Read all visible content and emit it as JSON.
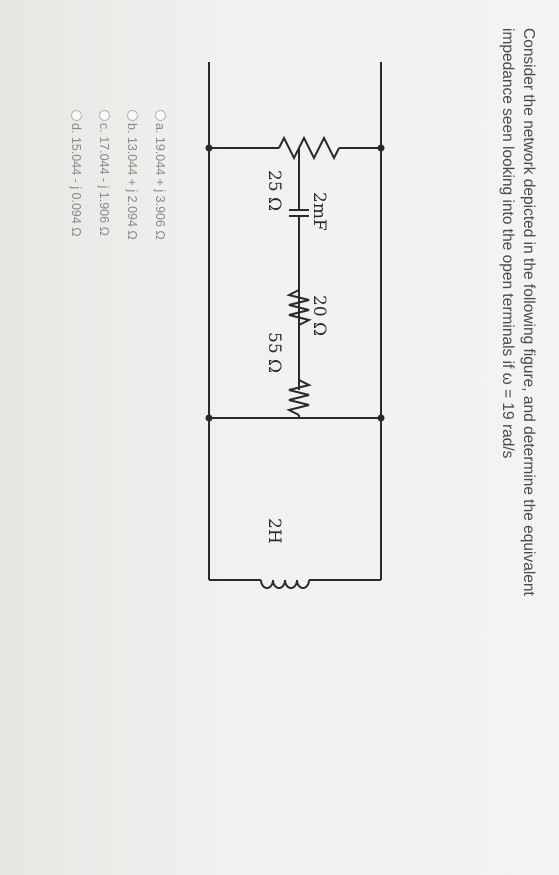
{
  "question": {
    "line1": "Consider the network depicted in the following figure, and determine the equivalent",
    "line2": "impedance seen looking into the open terminals if ω = 19 rad/s"
  },
  "circuit": {
    "labels": {
      "capacitor": "2mF",
      "resistor_20": "20 Ω",
      "resistor_25": "25 Ω",
      "resistor_55": "55 Ω",
      "inductor": "2H"
    }
  },
  "options": [
    {
      "letter": "a.",
      "text": "19.044 + j 3.906 Ω"
    },
    {
      "letter": "b.",
      "text": "13.044 + j 2.094 Ω"
    },
    {
      "letter": "c.",
      "text": "17.044 - j 1.906 Ω"
    },
    {
      "letter": "d.",
      "text": "15.044 - j 0.094 Ω"
    }
  ]
}
